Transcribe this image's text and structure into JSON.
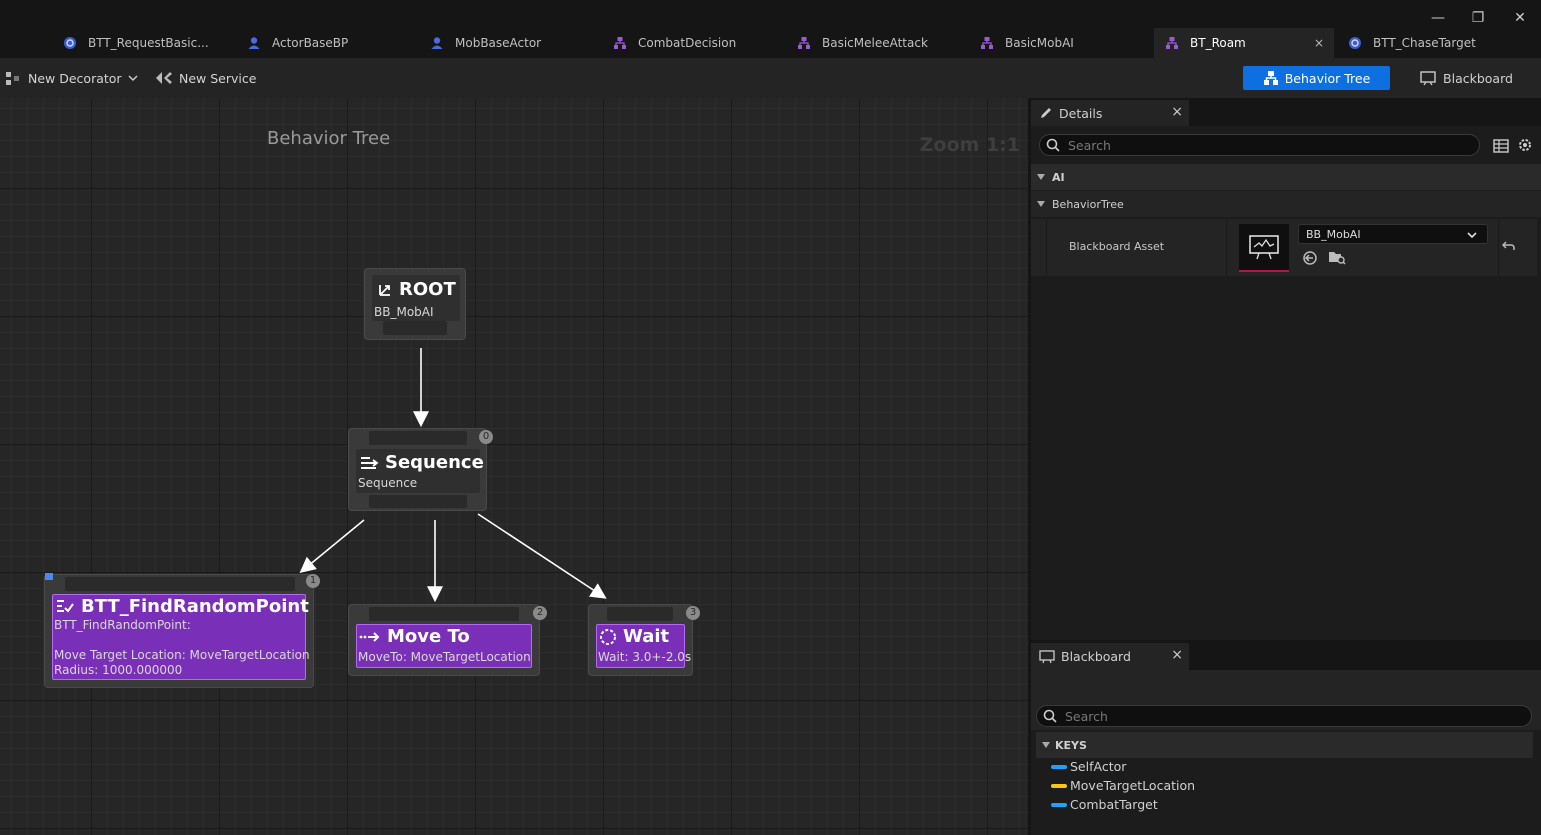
{
  "tabs": [
    {
      "label": "BTT_RequestBasic...",
      "icon": "blueprint-icon"
    },
    {
      "label": "ActorBaseBP",
      "icon": "actor-icon"
    },
    {
      "label": "MobBaseActor",
      "icon": "actor-icon"
    },
    {
      "label": "CombatDecision",
      "icon": "behavior-tree-icon"
    },
    {
      "label": "BasicMeleeAttack",
      "icon": "behavior-tree-icon"
    },
    {
      "label": "BasicMobAI",
      "icon": "behavior-tree-icon"
    },
    {
      "label": "BT_Roam",
      "icon": "behavior-tree-icon",
      "active": true
    },
    {
      "label": "BTT_ChaseTarget",
      "icon": "blueprint-icon"
    }
  ],
  "tab_close": "×",
  "window": {
    "minimize": "—",
    "restore": "❐",
    "close": "✕"
  },
  "toolbar": {
    "new_decorator": "New Decorator",
    "new_service": "New Service",
    "mode_behavior_tree": "Behavior Tree",
    "mode_blackboard": "Blackboard"
  },
  "graph": {
    "title": "Behavior Tree",
    "zoom": "Zoom 1:1",
    "root": {
      "title": "ROOT",
      "sub": "BB_MobAI"
    },
    "sequence": {
      "title": "Sequence",
      "sub": "Sequence",
      "index": "0"
    },
    "find_point": {
      "title": "BTT_FindRandomPoint",
      "line1": "BTT_FindRandomPoint:",
      "line2": "Move Target Location: MoveTargetLocation",
      "line3": "Radius: 1000.000000",
      "index": "1"
    },
    "move_to": {
      "title": "Move To",
      "sub": "MoveTo: MoveTargetLocation",
      "index": "2"
    },
    "wait": {
      "title": "Wait",
      "sub": "Wait: 3.0+-2.0s",
      "index": "3"
    }
  },
  "details": {
    "tab": "Details",
    "close": "×",
    "search_placeholder": "Search",
    "section_ai": "AI",
    "section_bt": "BehaviorTree",
    "prop_label": "Blackboard Asset",
    "prop_value": "BB_MobAI"
  },
  "blackboard": {
    "tab": "Blackboard",
    "close": "×",
    "search_placeholder": "Search",
    "keys_header": "KEYS",
    "keys": [
      {
        "name": "SelfActor",
        "color": "#1aa3ff"
      },
      {
        "name": "MoveTargetLocation",
        "color": "#f5c518"
      },
      {
        "name": "CombatTarget",
        "color": "#1aa3ff"
      }
    ]
  },
  "colors": {
    "accent": "#0e70e0",
    "task": "#7a2fb8",
    "task_border": "#b36af0"
  }
}
